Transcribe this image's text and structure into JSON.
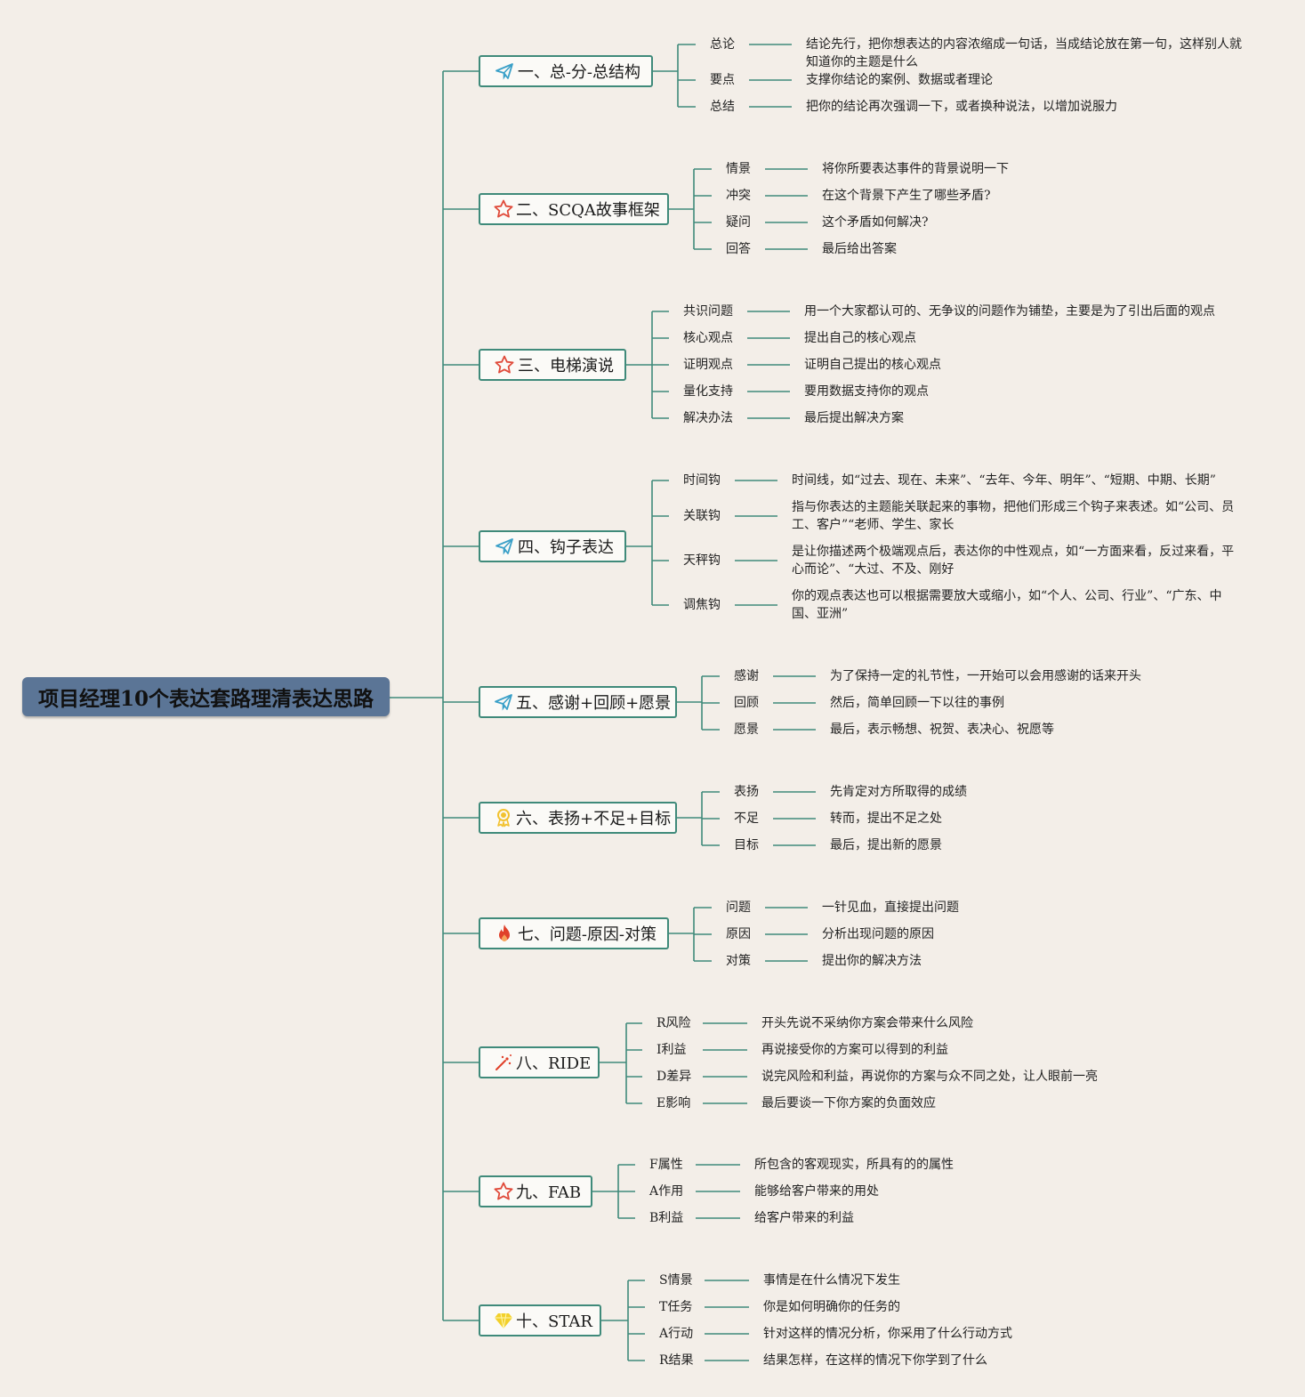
{
  "root": {
    "title": "项目经理10个表达套路理清表达思路"
  },
  "colors": {
    "line": "#3f8a7a",
    "root_bg": "#5b7596",
    "background": "#f3eee8",
    "star": "#e04a3a",
    "plane": "#3aa0c8",
    "badge": "#f2c230",
    "fire": "#e0402a",
    "gem": "#f2d02a"
  },
  "branches": [
    {
      "label": "一、总-分-总结构",
      "icon": "paper-plane-icon",
      "items": [
        {
          "label": "总论",
          "desc": "结论先行，把你想表达的内容浓缩成一句话，当成结论放在第一句，这样别人就知道你的主题是什么"
        },
        {
          "label": "要点",
          "desc": "支撑你结论的案例、数据或者理论"
        },
        {
          "label": "总结",
          "desc": "把你的结论再次强调一下，或者换种说法，以增加说服力"
        }
      ]
    },
    {
      "label": "二、SCQA故事框架",
      "icon": "star-icon",
      "items": [
        {
          "label": "情景",
          "desc": "将你所要表达事件的背景说明一下"
        },
        {
          "label": "冲突",
          "desc": "在这个背景下产生了哪些矛盾?"
        },
        {
          "label": "疑问",
          "desc": "这个矛盾如何解决?"
        },
        {
          "label": "回答",
          "desc": "最后给出答案"
        }
      ]
    },
    {
      "label": "三、电梯演说",
      "icon": "star-icon",
      "items": [
        {
          "label": "共识问题",
          "desc": "用一个大家都认可的、无争议的问题作为铺垫，主要是为了引出后面的观点"
        },
        {
          "label": "核心观点",
          "desc": "提出自己的核心观点"
        },
        {
          "label": "证明观点",
          "desc": "证明自己提出的核心观点"
        },
        {
          "label": "量化支持",
          "desc": "要用数据支持你的观点"
        },
        {
          "label": "解决办法",
          "desc": "最后提出解决方案"
        }
      ]
    },
    {
      "label": "四、钩子表达",
      "icon": "paper-plane-icon",
      "items": [
        {
          "label": "时间钩",
          "desc": "时间线，如“过去、现在、未来”、“去年、今年、明年”、“短期、中期、长期”"
        },
        {
          "label": "关联钩",
          "desc": "指与你表达的主题能关联起来的事物，把他们形成三个钩子来表述。如“公司、员工、客户”“老师、学生、家长"
        },
        {
          "label": "天秤钩",
          "desc": "是让你描述两个极端观点后，表达你的中性观点，如“一方面来看，反过来看，平心而论”、“大过、不及、刚好"
        },
        {
          "label": "调焦钩",
          "desc": "你的观点表达也可以根据需要放大或缩小，如“个人、公司、行业”、“广东、中国、亚洲”"
        }
      ]
    },
    {
      "label": "五、感谢+回顾+愿景",
      "icon": "paper-plane-icon",
      "items": [
        {
          "label": "感谢",
          "desc": "为了保持一定的礼节性，一开始可以会用感谢的话来开头"
        },
        {
          "label": "回顾",
          "desc": "然后，简单回顾一下以往的事例"
        },
        {
          "label": "愿景",
          "desc": "最后，表示畅想、祝贺、表决心、祝愿等"
        }
      ]
    },
    {
      "label": "六、表扬+不足+目标",
      "icon": "award-badge-icon",
      "items": [
        {
          "label": "表扬",
          "desc": "先肯定对方所取得的成绩"
        },
        {
          "label": "不足",
          "desc": "转而，提出不足之处"
        },
        {
          "label": "目标",
          "desc": "最后，提出新的愿景"
        }
      ]
    },
    {
      "label": "七、问题-原因-对策",
      "icon": "fire-icon",
      "items": [
        {
          "label": "问题",
          "desc": "一针见血，直接提出问题"
        },
        {
          "label": "原因",
          "desc": "分析出现问题的原因"
        },
        {
          "label": "对策",
          "desc": "提出你的解决方法"
        }
      ]
    },
    {
      "label": "八、RIDE",
      "icon": "sparkle-icon",
      "items": [
        {
          "label": "R风险",
          "desc": "开头先说不采纳你方案会带来什么风险"
        },
        {
          "label": "I利益",
          "desc": "再说接受你的方案可以得到的利益"
        },
        {
          "label": "D差异",
          "desc": "说完风险和利益，再说你的方案与众不同之处，让人眼前一亮"
        },
        {
          "label": "E影响",
          "desc": "最后要谈一下你方案的负面效应"
        }
      ]
    },
    {
      "label": "九、FAB",
      "icon": "star-icon",
      "items": [
        {
          "label": "F属性",
          "desc": "所包含的客观现实，所具有的的属性"
        },
        {
          "label": "A作用",
          "desc": "能够给客户带来的用处"
        },
        {
          "label": "B利益",
          "desc": "给客户带来的利益"
        }
      ]
    },
    {
      "label": "十、STAR",
      "icon": "gem-icon",
      "items": [
        {
          "label": "S情景",
          "desc": "事情是在什么情况下发生"
        },
        {
          "label": "T任务",
          "desc": "你是如何明确你的任务的"
        },
        {
          "label": "A行动",
          "desc": "针对这样的情况分析，你采用了什么行动方式"
        },
        {
          "label": "R结果",
          "desc": "结果怎样，在这样的情况下你学到了什么"
        }
      ]
    }
  ]
}
